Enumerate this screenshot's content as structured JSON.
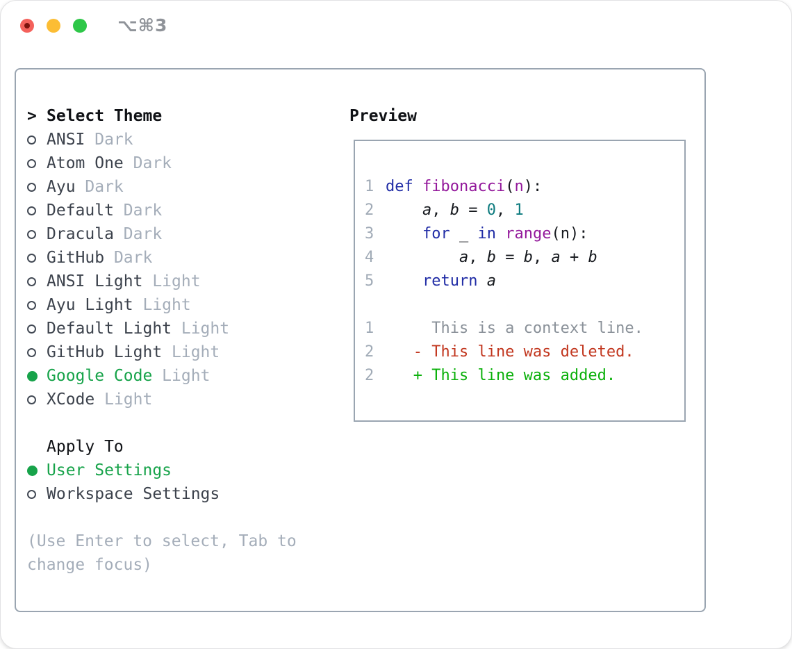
{
  "window": {
    "title": "⌥⌘3"
  },
  "colors": {
    "selection_green": "#17a34a",
    "panel_border": "#9aa5b1",
    "muted_gray": "#a4adb9",
    "keyword_blue": "#212da6",
    "function_purple": "#93189b",
    "number_teal": "#0c7a7e",
    "diff_deleted_red": "#c2371f",
    "diff_added_green": "#0ab00a",
    "traffic_red": "#f4615b",
    "traffic_yellow": "#fcbd34",
    "traffic_green": "#2ec748"
  },
  "theme_selector": {
    "prompt": ">",
    "title": "Select Theme",
    "items": [
      {
        "name": "ANSI",
        "variant": "Dark",
        "selected": false
      },
      {
        "name": "Atom One",
        "variant": "Dark",
        "selected": false
      },
      {
        "name": "Ayu",
        "variant": "Dark",
        "selected": false
      },
      {
        "name": "Default",
        "variant": "Dark",
        "selected": false
      },
      {
        "name": "Dracula",
        "variant": "Dark",
        "selected": false
      },
      {
        "name": "GitHub",
        "variant": "Dark",
        "selected": false
      },
      {
        "name": "ANSI Light",
        "variant": "Light",
        "selected": false
      },
      {
        "name": "Ayu Light",
        "variant": "Light",
        "selected": false
      },
      {
        "name": "Default Light",
        "variant": "Light",
        "selected": false
      },
      {
        "name": "GitHub Light",
        "variant": "Light",
        "selected": false
      },
      {
        "name": "Google Code",
        "variant": "Light",
        "selected": true
      },
      {
        "name": "XCode",
        "variant": "Light",
        "selected": false
      }
    ]
  },
  "apply_to": {
    "title": "Apply To",
    "options": [
      {
        "name": "User Settings",
        "selected": true
      },
      {
        "name": "Workspace Settings",
        "selected": false
      }
    ]
  },
  "help_text": "(Use Enter to select, Tab to change focus)",
  "preview": {
    "title": "Preview",
    "lines": [
      {
        "num": "1",
        "tokens": [
          {
            "t": "def",
            "s": "kw"
          },
          {
            "t": " ",
            "s": "plain"
          },
          {
            "t": "fibonacci",
            "s": "fn"
          },
          {
            "t": "(",
            "s": "plain"
          },
          {
            "t": "n",
            "s": "param"
          },
          {
            "t": "):",
            "s": "plain"
          }
        ]
      },
      {
        "num": "2",
        "tokens": [
          {
            "t": "    ",
            "s": "plain"
          },
          {
            "t": "a",
            "s": "var"
          },
          {
            "t": ", ",
            "s": "plain"
          },
          {
            "t": "b",
            "s": "var"
          },
          {
            "t": " = ",
            "s": "plain"
          },
          {
            "t": "0",
            "s": "num"
          },
          {
            "t": ", ",
            "s": "plain"
          },
          {
            "t": "1",
            "s": "num"
          }
        ]
      },
      {
        "num": "3",
        "tokens": [
          {
            "t": "    ",
            "s": "plain"
          },
          {
            "t": "for",
            "s": "kw"
          },
          {
            "t": " _ ",
            "s": "plain"
          },
          {
            "t": "in",
            "s": "kw"
          },
          {
            "t": " ",
            "s": "plain"
          },
          {
            "t": "range",
            "s": "fn"
          },
          {
            "t": "(n):",
            "s": "plain"
          }
        ]
      },
      {
        "num": "4",
        "tokens": [
          {
            "t": "        ",
            "s": "plain"
          },
          {
            "t": "a",
            "s": "var"
          },
          {
            "t": ", ",
            "s": "plain"
          },
          {
            "t": "b",
            "s": "var"
          },
          {
            "t": " = ",
            "s": "plain"
          },
          {
            "t": "b",
            "s": "var"
          },
          {
            "t": ", ",
            "s": "plain"
          },
          {
            "t": "a",
            "s": "var"
          },
          {
            "t": " + ",
            "s": "plain"
          },
          {
            "t": "b",
            "s": "var"
          }
        ]
      },
      {
        "num": "5",
        "tokens": [
          {
            "t": "    ",
            "s": "plain"
          },
          {
            "t": "return",
            "s": "kw"
          },
          {
            "t": " ",
            "s": "plain"
          },
          {
            "t": "a",
            "s": "var"
          }
        ]
      },
      {
        "num": "",
        "tokens": []
      },
      {
        "num": "1",
        "tokens": [
          {
            "t": "     This is a context line.",
            "s": "ctx"
          }
        ]
      },
      {
        "num": "2",
        "tokens": [
          {
            "t": "   - This line was deleted.",
            "s": "del"
          }
        ]
      },
      {
        "num": "2",
        "tokens": [
          {
            "t": "   + This line was added.",
            "s": "add"
          }
        ]
      }
    ]
  }
}
